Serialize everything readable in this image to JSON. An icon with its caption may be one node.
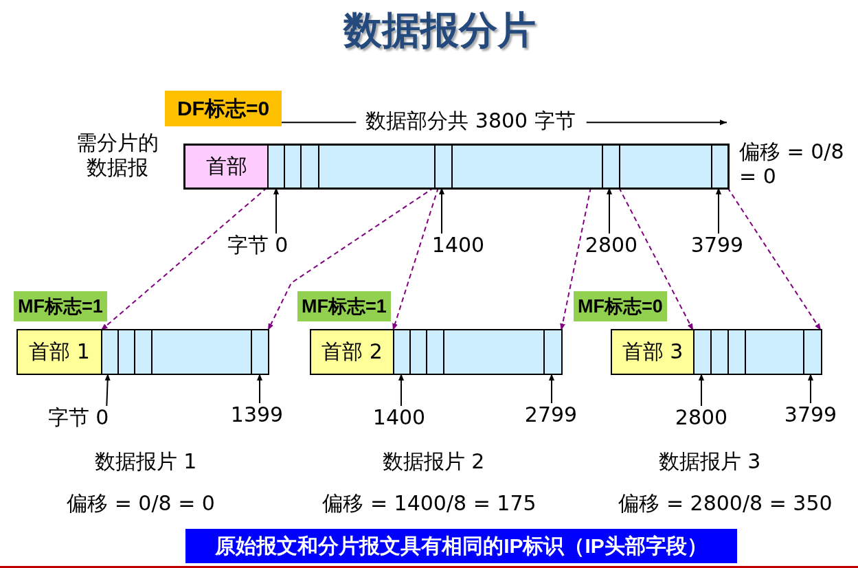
{
  "diagram": {
    "title": "数据报分片",
    "nodes": [
      {
        "text": [
          "DF标志=0"
        ]
      },
      {
        "text": [],
        "shape": "bar",
        "beside": [
          "偏移 = 0/8 = 0"
        ]
      },
      {
        "text": [
          "首部"
        ],
        "in": 1
      },
      {
        "text": [],
        "shape": "box",
        "in": 1
      },
      {
        "text": [],
        "shape": "box",
        "in": 1
      },
      {
        "text": [],
        "shape": "box",
        "in": 1
      },
      {
        "text": [],
        "shape": "box",
        "in": 1
      },
      {
        "text": [],
        "shape": "box",
        "in": 1
      },
      {
        "text": [],
        "shape": "box",
        "in": 1
      },
      {
        "text": [],
        "shape": "box",
        "in": 1
      },
      {
        "text": [],
        "shape": "box",
        "in": 1
      },
      {
        "text": [],
        "shape": "box",
        "in": 1
      },
      {
        "text": [
          "字节 0"
        ]
      },
      {
        "text": [
          "1400"
        ]
      },
      {
        "text": [
          "2800"
        ]
      },
      {
        "text": [
          "3799"
        ]
      },
      {
        "text": [
          "MF标志=1"
        ]
      },
      {
        "text": [
          "MF标志=1"
        ]
      },
      {
        "text": [
          "MF标志=0"
        ]
      },
      {
        "text": [],
        "shape": "bar",
        "beside": [
          "数据报片 1",
          "偏移 = 0/8 = 0"
        ]
      },
      {
        "text": [
          "首部 1"
        ],
        "in": 19
      },
      {
        "text": [],
        "shape": "box",
        "in": 19
      },
      {
        "text": [],
        "shape": "box",
        "in": 19
      },
      {
        "text": [],
        "shape": "box",
        "in": 19
      },
      {
        "text": [],
        "shape": "box",
        "in": 19
      },
      {
        "text": [],
        "shape": "box",
        "in": 19
      },
      {
        "text": [],
        "shape": "bar",
        "beside": [
          "数据报片 2",
          "偏移 = 1400/8 = 175"
        ]
      },
      {
        "text": [
          "首部 2"
        ],
        "in": 26
      },
      {
        "text": [],
        "shape": "box",
        "in": 26
      },
      {
        "text": [],
        "shape": "box",
        "in": 26
      },
      {
        "text": [],
        "shape": "box",
        "in": 26
      },
      {
        "text": [],
        "shape": "box",
        "in": 26
      },
      {
        "text": [],
        "shape": "box",
        "in": 26
      },
      {
        "text": [],
        "shape": "bar",
        "beside": [
          "数据报片 3",
          "偏移 = 2800/8 = 350"
        ]
      },
      {
        "text": [
          "首部 3"
        ],
        "in": 33
      },
      {
        "text": [],
        "shape": "box",
        "in": 33
      },
      {
        "text": [],
        "shape": "box",
        "in": 33
      },
      {
        "text": [],
        "shape": "box",
        "in": 33
      },
      {
        "text": [],
        "shape": "box",
        "in": 33
      },
      {
        "text": [],
        "shape": "box",
        "in": 33
      },
      {
        "text": [
          "字节 0"
        ]
      },
      {
        "text": [
          "1399"
        ]
      },
      {
        "text": [
          "1400"
        ]
      },
      {
        "text": [
          "2799"
        ]
      },
      {
        "text": [
          "2800"
        ]
      },
      {
        "text": [
          "3799"
        ]
      },
      {
        "text": [
          "原始报文和分片报文具有相同的IP标识（IP头部字段）"
        ]
      }
    ],
    "edges": [
      {
        "from": 12,
        "to": 3,
        "arrow": "to"
      },
      {
        "from": 13,
        "to": 7,
        "arrow": "to"
      },
      {
        "from": 14,
        "to": 9,
        "arrow": "to"
      },
      {
        "from": 15,
        "to": 11,
        "arrow": "to"
      },
      {
        "from": 3,
        "to": 21,
        "arrow": "to",
        "style": "dashed",
        "color": "#800080"
      },
      {
        "from": 6,
        "to": 25,
        "arrow": "to",
        "style": "dashed",
        "color": "#800080"
      },
      {
        "from": 7,
        "to": 28,
        "arrow": "to",
        "style": "dashed",
        "color": "#800080"
      },
      {
        "from": 8,
        "to": 32,
        "arrow": "to",
        "style": "dashed",
        "color": "#800080"
      },
      {
        "from": 9,
        "to": 35,
        "arrow": "to",
        "style": "dashed",
        "color": "#800080"
      },
      {
        "from": 11,
        "to": 39,
        "arrow": "to",
        "style": "dashed",
        "color": "#800080"
      },
      {
        "from": 40,
        "to": 21,
        "arrow": "to"
      },
      {
        "from": 41,
        "to": 25,
        "arrow": "to"
      },
      {
        "from": 42,
        "to": 28,
        "arrow": "to"
      },
      {
        "from": 43,
        "to": 32,
        "arrow": "to"
      },
      {
        "from": 44,
        "to": 35,
        "arrow": "to"
      },
      {
        "from": 45,
        "to": 39,
        "arrow": "to"
      }
    ],
    "labels": [
      "数据部分共 3800 字节",
      "需分片的数据报"
    ]
  }
}
